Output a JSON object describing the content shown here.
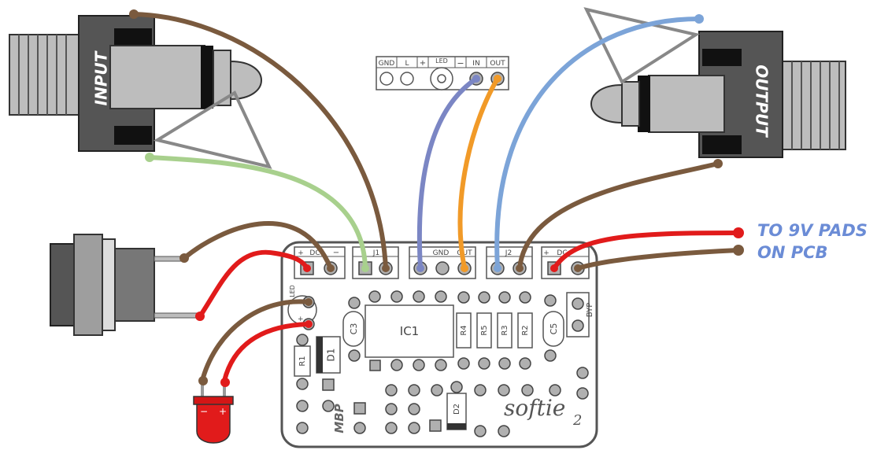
{
  "jacks": {
    "input_label": "INPUT",
    "output_label": "OUTPUT"
  },
  "led_header": {
    "labels": [
      "GND",
      "L",
      "+",
      "LED",
      "−",
      "IN",
      "OUT"
    ]
  },
  "board": {
    "headers": {
      "dc_left": "DC",
      "j1": "J1",
      "gnd_out": [
        "GND",
        "OUT"
      ],
      "j2": "J2",
      "dc_right": "DC"
    },
    "plus_sign": "+",
    "minus_sign": "−",
    "led_silk": "LED",
    "byp": "BYP",
    "components": {
      "ic1": "IC1",
      "c3": "C3",
      "c5": "C5",
      "d1": "D1",
      "d2": "D2",
      "r1": "R1",
      "r2": "R2",
      "r3": "R3",
      "r4": "R4",
      "r5": "R5"
    },
    "logo": "MBP",
    "brand": "softie",
    "brand_sub": "2"
  },
  "led_part": {
    "minus": "−",
    "plus": "+"
  },
  "note": {
    "line1": "TO 9V PADS",
    "line2": "ON PCB"
  },
  "colors": {
    "wire_brown": "#7a5a3e",
    "wire_red": "#e11b1b",
    "wire_green": "#a8d08d",
    "wire_purple": "#7b86c4",
    "wire_orange": "#f19a28",
    "wire_blue": "#7ca4d8",
    "jack_body": "#555555",
    "led_red": "#e11b1b",
    "note_text": "#6b8cd6"
  }
}
